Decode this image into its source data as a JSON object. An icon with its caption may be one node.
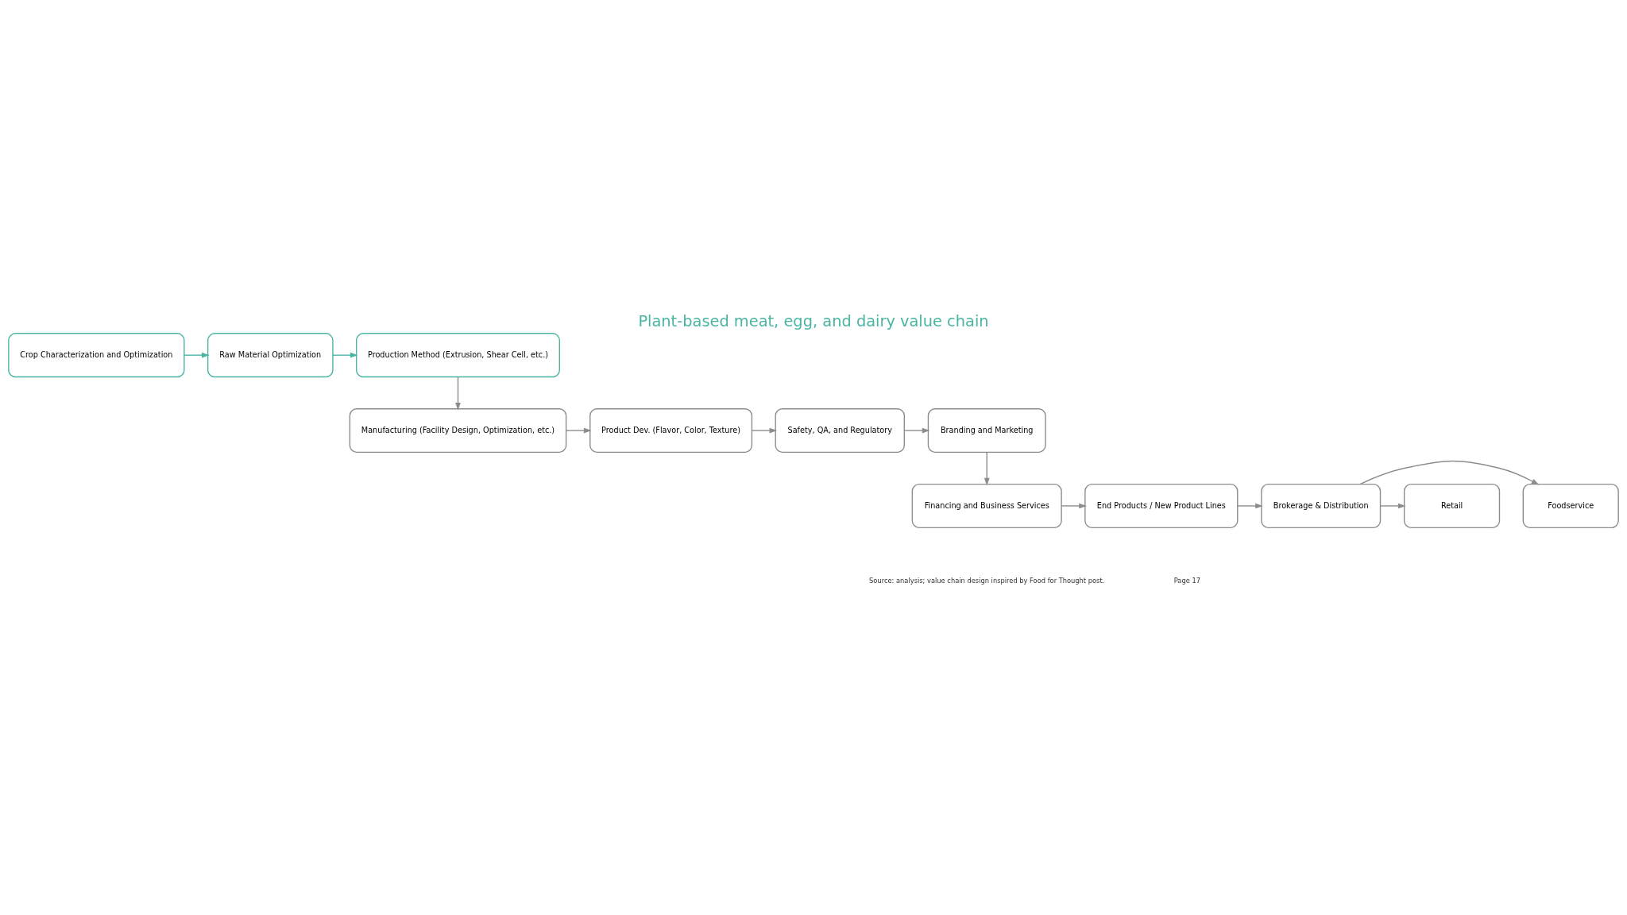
{
  "diagram": {
    "title": "Plant-based meat, egg, and dairy value chain",
    "nodes": [
      {
        "text": [
          "Crop Characterization and Optimization"
        ]
      },
      {
        "text": [
          "Raw Material Optimization"
        ]
      },
      {
        "text": [
          "Production Method (Extrusion, Shear Cell, etc.)"
        ]
      },
      {
        "text": [
          "Manufacturing (Facility Design, Optimization, etc.)"
        ]
      },
      {
        "text": [
          "Product Dev. (Flavor, Color, Texture)"
        ]
      },
      {
        "text": [
          "Safety, QA, and Regulatory"
        ]
      },
      {
        "text": [
          "Branding and Marketing"
        ]
      },
      {
        "text": [
          "Financing and Business Services"
        ]
      },
      {
        "text": [
          "End Products / New Product Lines"
        ]
      },
      {
        "text": [
          "Brokerage & Distribution"
        ]
      },
      {
        "text": [
          "Foodservice"
        ]
      },
      {
        "text": [
          "Retail"
        ]
      }
    ],
    "edges": [
      {
        "from": 0,
        "to": 1,
        "arrow": "to",
        "color": "#4ab5a3"
      },
      {
        "from": 1,
        "to": 2,
        "arrow": "to",
        "color": "#4ab5a3"
      },
      {
        "from": 2,
        "to": 3,
        "arrow": "to"
      },
      {
        "from": 3,
        "to": 4,
        "arrow": "to"
      },
      {
        "from": 4,
        "to": 5,
        "arrow": "to"
      },
      {
        "from": 5,
        "to": 6,
        "arrow": "to"
      },
      {
        "from": 6,
        "to": 7,
        "arrow": "to"
      },
      {
        "from": 7,
        "to": 8,
        "arrow": "to"
      },
      {
        "from": 8,
        "to": 9,
        "arrow": "to"
      },
      {
        "from": 9,
        "to": 10,
        "arrow": "to"
      },
      {
        "from": 9,
        "to": 11,
        "arrow": "to"
      }
    ],
    "labels": [
      "Source: analysis; value chain design inspired by Food for Thought post.",
      "Page 17"
    ]
  }
}
